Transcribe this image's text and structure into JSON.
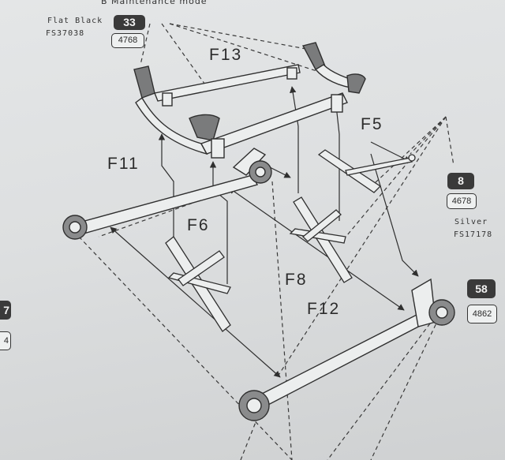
{
  "header": {
    "text": "B  Maintenance mode"
  },
  "paints": [
    {
      "name": "Flat Black",
      "code": "FS37038",
      "number": "33",
      "ref": "4768"
    },
    {
      "name": "Silver",
      "code": "FS17178",
      "number": "8",
      "ref": "4678"
    },
    {
      "number": "58",
      "ref": "4862"
    },
    {
      "number": "7",
      "ref": "4"
    }
  ],
  "parts": {
    "f13": "F13",
    "f11": "F11",
    "f5": "F5",
    "f6": "F6",
    "f8": "F8",
    "f12": "F12"
  },
  "colors": {
    "paper": "#dfe1e2",
    "ink": "#2f2f2f",
    "badge": "#3a3a3a"
  }
}
